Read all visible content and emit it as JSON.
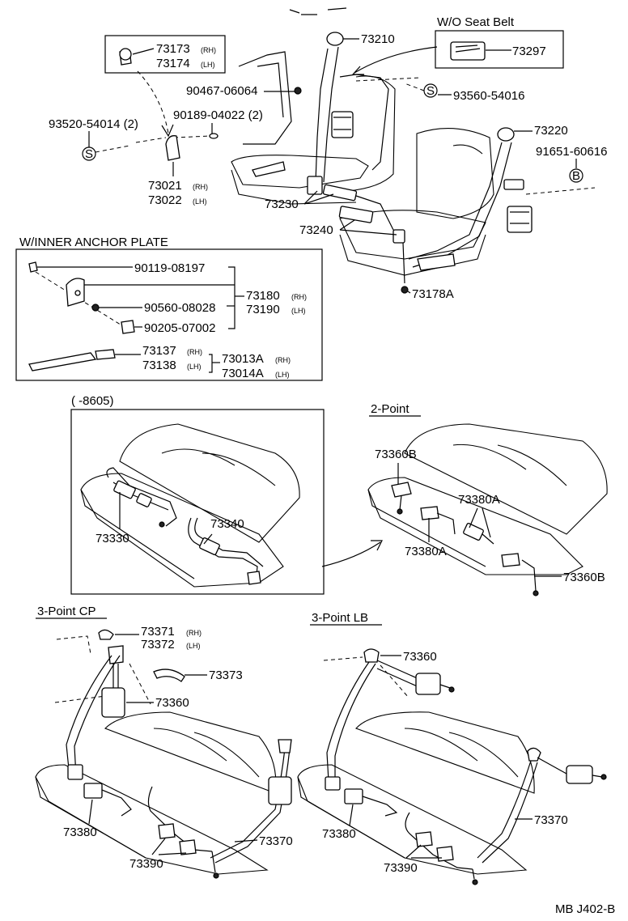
{
  "sections": {
    "wo_seat_belt": "W/O Seat Belt",
    "inner_anchor": "W/INNER ANCHOR PLATE",
    "range_8605": "(      -8605)",
    "two_point": "2-Point",
    "three_point_cp": "3-Point CP",
    "three_point_lb": "3-Point LB"
  },
  "parts": {
    "p73173": "73173",
    "p73174": "73174",
    "p73210": "73210",
    "p73297": "73297",
    "p90467": "90467-06064",
    "p93560": "93560-54016",
    "p90189": "90189-04022  (2)",
    "p93520": "93520-54014  (2)",
    "p73220": "73220",
    "p91651": "91651-60616",
    "p73021": "73021",
    "p73022": "73022",
    "p73230": "73230",
    "p73240": "73240",
    "p73178A": "73178A",
    "p90119": "90119-08197",
    "p73180": "73180",
    "p73190": "73190",
    "p90560": "90560-08028",
    "p90205": "90205-07002",
    "p73137": "73137",
    "p73138": "73138",
    "p73013A": "73013A",
    "p73014A": "73014A",
    "p73330": "73330",
    "p73340": "73340",
    "p73360B_top": "73360B",
    "p73380A_top": "73380A",
    "p73380A_bot": "73380A",
    "p73360B_right": "73360B",
    "p73371": "73371",
    "p73372": "73372",
    "p73373": "73373",
    "cp_73360": "73360",
    "cp_73380": "73380",
    "cp_73390": "73390",
    "cp_73370": "73370",
    "lb_73360": "73360",
    "lb_73380": "73380",
    "lb_73390": "73390",
    "lb_73370": "73370"
  },
  "suffix": {
    "rh": "(RH)",
    "lh": "(LH)"
  },
  "markers": {
    "s": "S",
    "b": "B"
  },
  "footer": "MB J402-B"
}
